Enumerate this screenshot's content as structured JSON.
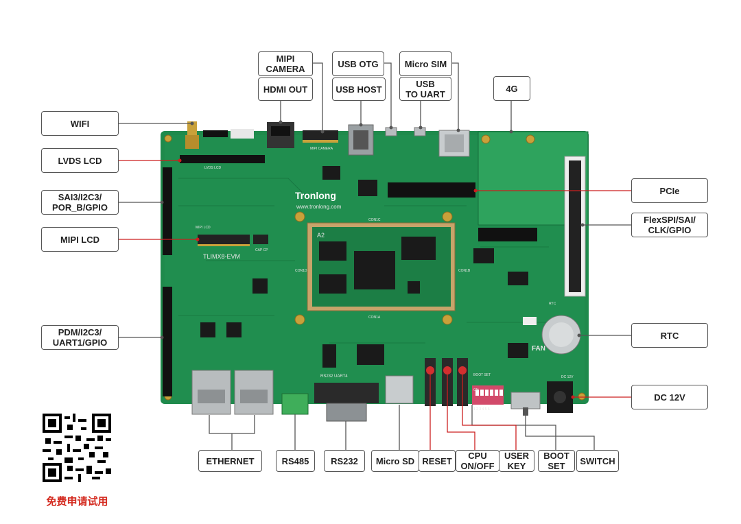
{
  "board": {
    "brand": "Tronlong",
    "website": "www.tronlong.com",
    "model": "TLIMX8-EVM",
    "silk_mipi_camera": "MIPI CAMERA",
    "silk_lvds": "LVDS LCD",
    "silk_mipi_lcd": "MIPI LCD",
    "silk_rs232": "RS232 UART4",
    "silk_fan": "FAN",
    "silk_dc": "DC 12V",
    "silk_rtc": "RTC",
    "silk_boot": "BOOT SET",
    "silk_a2": "A2",
    "silk_con_a": "CON1C",
    "silk_con_b": "CON1A",
    "silk_con_c": "CON1D",
    "silk_con_d": "CON1B",
    "silk_dip": "ON",
    "silk_dip_nums": "1 2 3 4 5 6",
    "silk_cap": "CAP CP"
  },
  "labels": {
    "mipi_camera": "MIPI\nCAMERA",
    "hdmi_out": "HDMI OUT",
    "usb_otg": "USB OTG",
    "usb_host": "USB HOST",
    "micro_sim": "Micro SIM",
    "usb_to_uart": "USB\nTO UART",
    "lte_4g": "4G",
    "wifi": "WIFI",
    "lvds_lcd": "LVDS LCD",
    "sai3": "SAI3/I2C3/\nPOR_B/GPIO",
    "mipi_lcd": "MIPI LCD",
    "pdm": "PDM/I2C3/\nUART1/GPIO",
    "pcie": "PCIe",
    "flexspi": "FlexSPI/SAI/\nCLK/GPIO",
    "rtc": "RTC",
    "dc_12v": "DC 12V",
    "ethernet": "ETHERNET",
    "rs485": "RS485",
    "rs232": "RS232",
    "micro_sd": "Micro SD",
    "reset": "RESET",
    "cpu_onoff": "CPU\nON/OFF",
    "user_key": "USER\nKEY",
    "boot_set": "BOOT\nSET",
    "switch": "SWITCH"
  },
  "promo": "免费申请试用",
  "colors": {
    "pcb": "#1f8a4c",
    "pcb_dark": "#146b39",
    "leader_grey": "#555555",
    "leader_red": "#cc1f1f",
    "promo_red": "#d42a1f"
  }
}
